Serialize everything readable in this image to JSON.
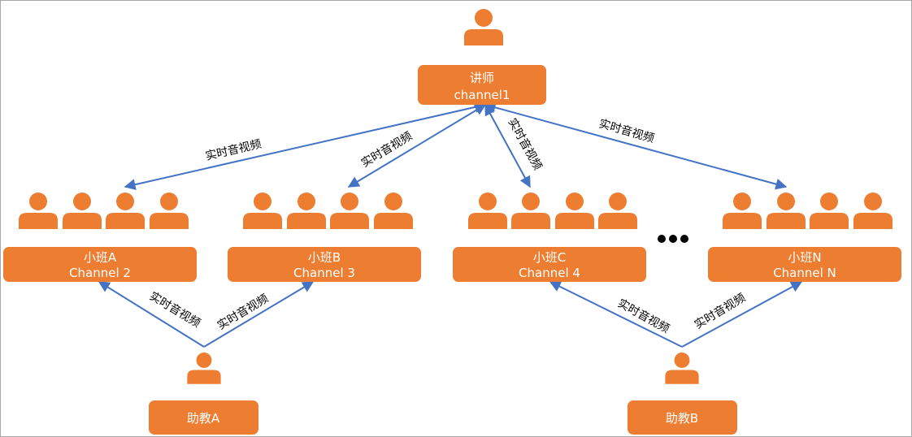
{
  "colors": {
    "node_fill": "#ed7d31",
    "node_text": "#ffffff",
    "edge": "#4472c4",
    "label": "#000000",
    "border": "#a6a6a6"
  },
  "icons": {
    "person": "person-icon",
    "more": "ellipsis-icon"
  },
  "edge_label": "实时音视频",
  "nodes": {
    "teacher": {
      "line1": "讲师",
      "line2": "channel1"
    },
    "class_a": {
      "line1": "小班A",
      "line2": "Channel 2"
    },
    "class_b": {
      "line1": "小班B",
      "line2": "Channel 3"
    },
    "class_c": {
      "line1": "小班C",
      "line2": "Channel 4"
    },
    "class_n": {
      "line1": "小班N",
      "line2": "Channel N"
    },
    "assistant_a": {
      "label": "助教A"
    },
    "assistant_b": {
      "label": "助教B"
    }
  },
  "ellipsis": "•••"
}
